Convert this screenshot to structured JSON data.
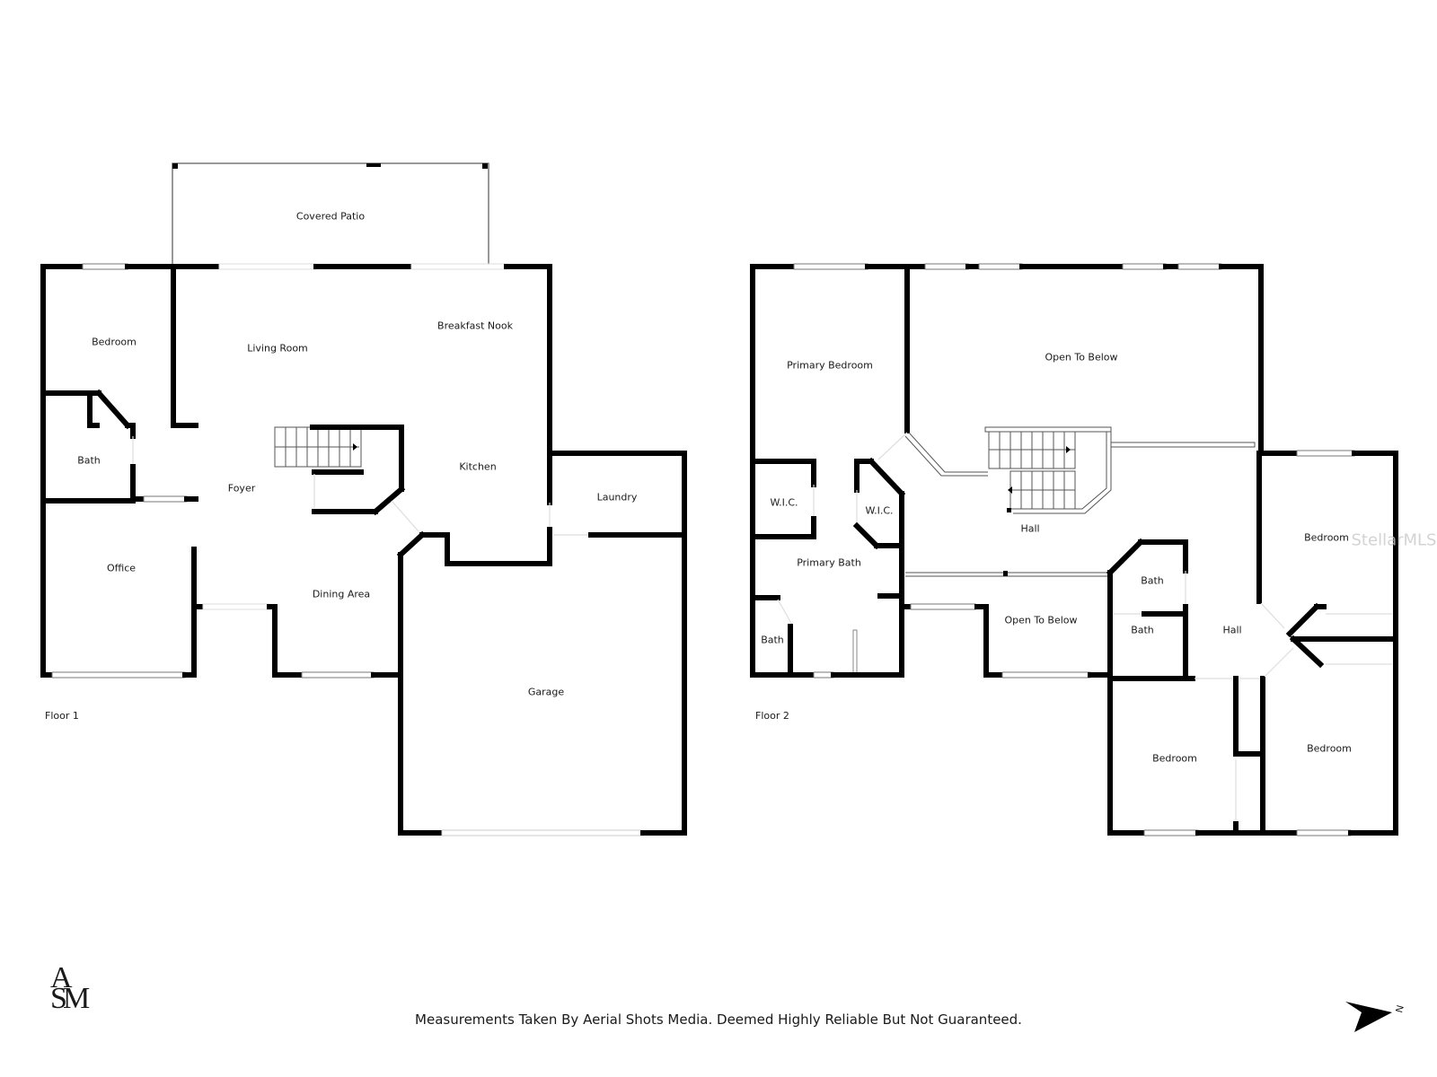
{
  "floors": [
    {
      "label": "Floor 1",
      "rooms": [
        {
          "name": "Covered Patio"
        },
        {
          "name": "Bedroom"
        },
        {
          "name": "Living Room"
        },
        {
          "name": "Breakfast Nook"
        },
        {
          "name": "Bath"
        },
        {
          "name": "Foyer"
        },
        {
          "name": "Kitchen"
        },
        {
          "name": "Laundry"
        },
        {
          "name": "Office"
        },
        {
          "name": "Dining Area"
        },
        {
          "name": "Garage"
        }
      ]
    },
    {
      "label": "Floor 2",
      "rooms": [
        {
          "name": "Primary Bedroom"
        },
        {
          "name": "Open To Below"
        },
        {
          "name": "W.I.C."
        },
        {
          "name": "W.I.C."
        },
        {
          "name": "Hall"
        },
        {
          "name": "Primary Bath"
        },
        {
          "name": "Bath"
        },
        {
          "name": "Open To Below"
        },
        {
          "name": "Bath"
        },
        {
          "name": "Bath"
        },
        {
          "name": "Hall"
        },
        {
          "name": "Bedroom"
        },
        {
          "name": "Bedroom"
        },
        {
          "name": "Bedroom"
        }
      ]
    }
  ],
  "watermark": "StellarMLS",
  "logo": {
    "letters": [
      "A",
      "S",
      "M"
    ]
  },
  "compass": {
    "direction": "N"
  },
  "disclaimer": "Measurements Taken By Aerial Shots Media. Deemed Highly Reliable But Not Guaranteed."
}
